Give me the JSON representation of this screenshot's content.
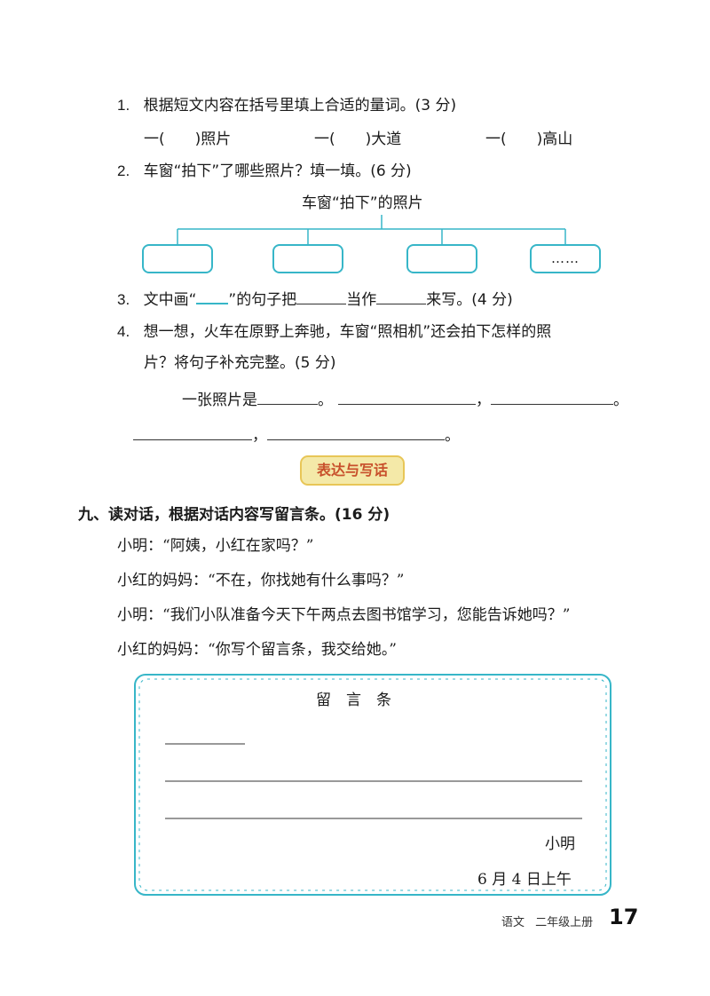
{
  "q1": {
    "number": "1.",
    "text": "根据短文内容在括号里填上合适的量词。(3 分)",
    "items": [
      "一(　　)照片",
      "一(　　)大道",
      "一(　　)高山"
    ]
  },
  "q2": {
    "number": "2.",
    "text": "车窗“拍下”了哪些照片？填一填。(6 分)",
    "diagram_title": "车窗“拍下”的照片",
    "last_box": "……"
  },
  "q3": {
    "number": "3.",
    "part1": "文中画“",
    "part2": "”的句子把",
    "part3": "当作",
    "part4": "来写。(4 分)"
  },
  "q4": {
    "number": "4.",
    "line1": "想一想，火车在原野上奔驰，车窗“照相机”还会拍下怎样的照",
    "line2": "片？将句子补充完整。(5 分)",
    "answer_start": "一张照片是",
    "period": "。",
    "comma": "，"
  },
  "section_badge": "表达与写话",
  "q9": {
    "heading": "九、读对话，根据对话内容写留言条。(16 分)",
    "dialogue": [
      "小明：“阿姨，小红在家吗？”",
      "小红的妈妈：“不在，你找她有什么事吗？”",
      "小明：“我们小队准备今天下午两点去图书馆学习，您能告诉她吗？”",
      "小红的妈妈：“你写个留言条，我交给她。”"
    ]
  },
  "note": {
    "title": "留　言　条",
    "signature": "小明",
    "date": "6 月 4 日上午"
  },
  "footer": {
    "subject": "语文",
    "grade": "二年级上册",
    "page": "17"
  },
  "colors": {
    "accent": "#37b6c8",
    "badge_fill": "#f4e9a8",
    "badge_text": "#c8502b"
  }
}
